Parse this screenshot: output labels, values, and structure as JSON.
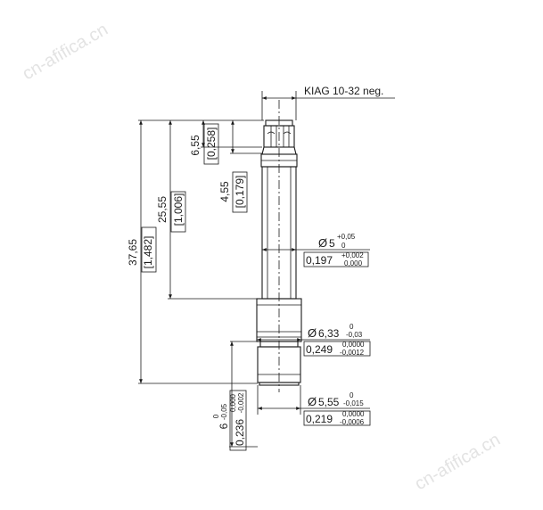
{
  "watermark": "cn-afifica.cn",
  "thread_callout": "KIAG 10-32 neg.",
  "dims": {
    "overall": {
      "mm": "37,65",
      "in": "[1,482]"
    },
    "shank_len": {
      "mm": "25,55",
      "in": "[1,006]"
    },
    "head_len": {
      "mm": "6,55",
      "in": "[0,258]"
    },
    "neck_len": {
      "mm": "4,55",
      "in": "[0,179]"
    },
    "bottom_len": {
      "mm": "6",
      "tol_up": "0",
      "tol_lo": "-0,05",
      "in": "0,236",
      "in_tol_up": "0,000",
      "in_tol_lo": "-0,002"
    }
  },
  "diameters": {
    "d5": {
      "sym": "Ø",
      "mm": "5",
      "tol_up": "+0,05",
      "tol_lo": "0",
      "in": "0,197",
      "in_tol_up": "+0,002",
      "in_tol_lo": "0,000"
    },
    "d633": {
      "sym": "Ø",
      "mm": "6,33",
      "tol_up": "0",
      "tol_lo": "-0,03",
      "in": "0,249",
      "in_tol_up": "0,0000",
      "in_tol_lo": "-0,0012"
    },
    "d555": {
      "sym": "Ø",
      "mm": "5,55",
      "tol_up": "0",
      "tol_lo": "-0,015",
      "in": "0,219",
      "in_tol_up": "0,0000",
      "in_tol_lo": "-0,0006"
    }
  }
}
